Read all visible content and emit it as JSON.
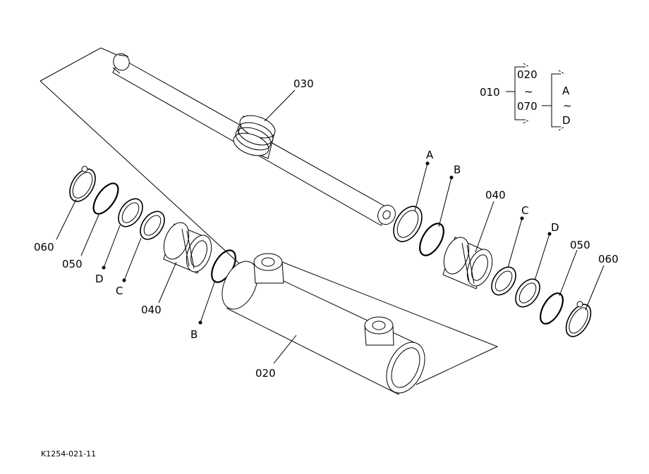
{
  "labels": {
    "p030": "030",
    "p010": "010",
    "legend_020": "020",
    "legend_070": "070",
    "legend_A": "A",
    "legend_D": "D",
    "tilde": "~",
    "right_A": "A",
    "right_B": "B",
    "right_040": "040",
    "right_C": "C",
    "right_D": "D",
    "right_050": "050",
    "right_060": "060",
    "left_060": "060",
    "left_050": "050",
    "left_D": "D",
    "left_C": "C",
    "left_040": "040",
    "left_B": "B",
    "p020": "020"
  },
  "figure_code": "K1254-021-11"
}
